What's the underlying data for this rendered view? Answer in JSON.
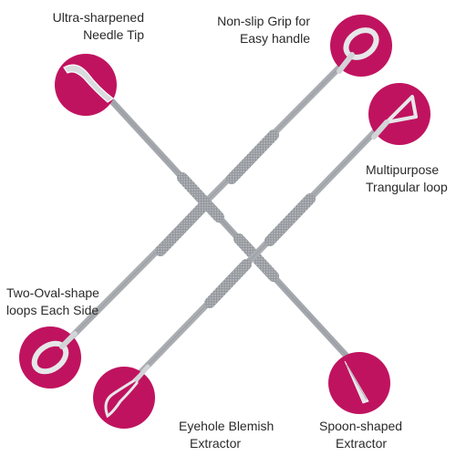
{
  "labels": {
    "needle_tip": {
      "line1": "Ultra-sharpened",
      "line2": "Needle Tip"
    },
    "grip": {
      "line1": "Non-slip Grip for",
      "line2": "Easy handle"
    },
    "triangular_loop": {
      "line1": "Multipurpose",
      "line2": "Trangular loop"
    },
    "oval_loops": {
      "line1": "Two-Oval-shape",
      "line2": "loops Each Side"
    },
    "eyehole": {
      "line1": "Eyehole Blemish",
      "line2": "Extractor"
    },
    "spoon": {
      "line1": "Spoon-shaped",
      "line2": "Extractor"
    }
  },
  "colors": {
    "accent_circle": "#c0135f",
    "steel": "#b9bcc0",
    "text": "#2a2a2a"
  }
}
